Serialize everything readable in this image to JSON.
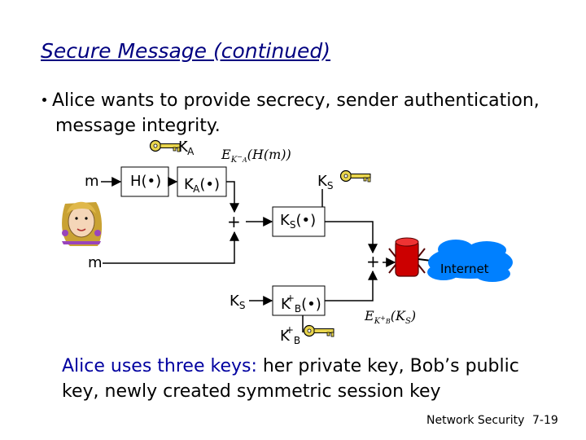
{
  "slide": {
    "title": "Secure Message (continued)",
    "bullet_line1": "Alice wants to provide secrecy, sender authentication,",
    "bullet_line2": "message integrity.",
    "summary_hl": "Alice uses three keys:",
    "summary_rest1": " her private key, Bob’s public",
    "summary_line2": "key, newly created symmetric session key",
    "footer_label": "Network Security",
    "footer_page": "7-19"
  },
  "diagram": {
    "ka_minus_base": "K",
    "ka_minus_sup": "-",
    "ka_minus_sub": "A",
    "message_top": "m",
    "message_bottom": "m",
    "hash_box": "H(•)",
    "sign_box_base": "K",
    "sign_box_sup": "-",
    "sign_box_sub": "A",
    "sign_box_arg": "(•)",
    "ks_base": "K",
    "ks_sub": "S",
    "ks_box_base": "K",
    "ks_box_sub": "S",
    "ks_box_arg": "(•)",
    "plus_top": "+",
    "plus_right": "+",
    "internet": "Internet",
    "ks_bottom_base": "K",
    "ks_bottom_sub": "S",
    "kb_box_base": "K",
    "kb_box_sup": "+",
    "kb_box_sub": "B",
    "kb_box_arg": "(•)",
    "kb_key_base": "K",
    "kb_key_sup": "+",
    "kb_key_sub": "B",
    "formula_signed": "E_{K_A^-}(H(m))",
    "formula_session": "E_{K_B^+}(K_S)",
    "icons": [
      "key-icon",
      "alice-icon",
      "router-icon",
      "internet-cloud-icon"
    ],
    "colors": {
      "title": "#000080",
      "highlight": "#0000a0",
      "cloud": "#0080ff",
      "router": "#cc0000",
      "key": "#e8d44d"
    }
  }
}
